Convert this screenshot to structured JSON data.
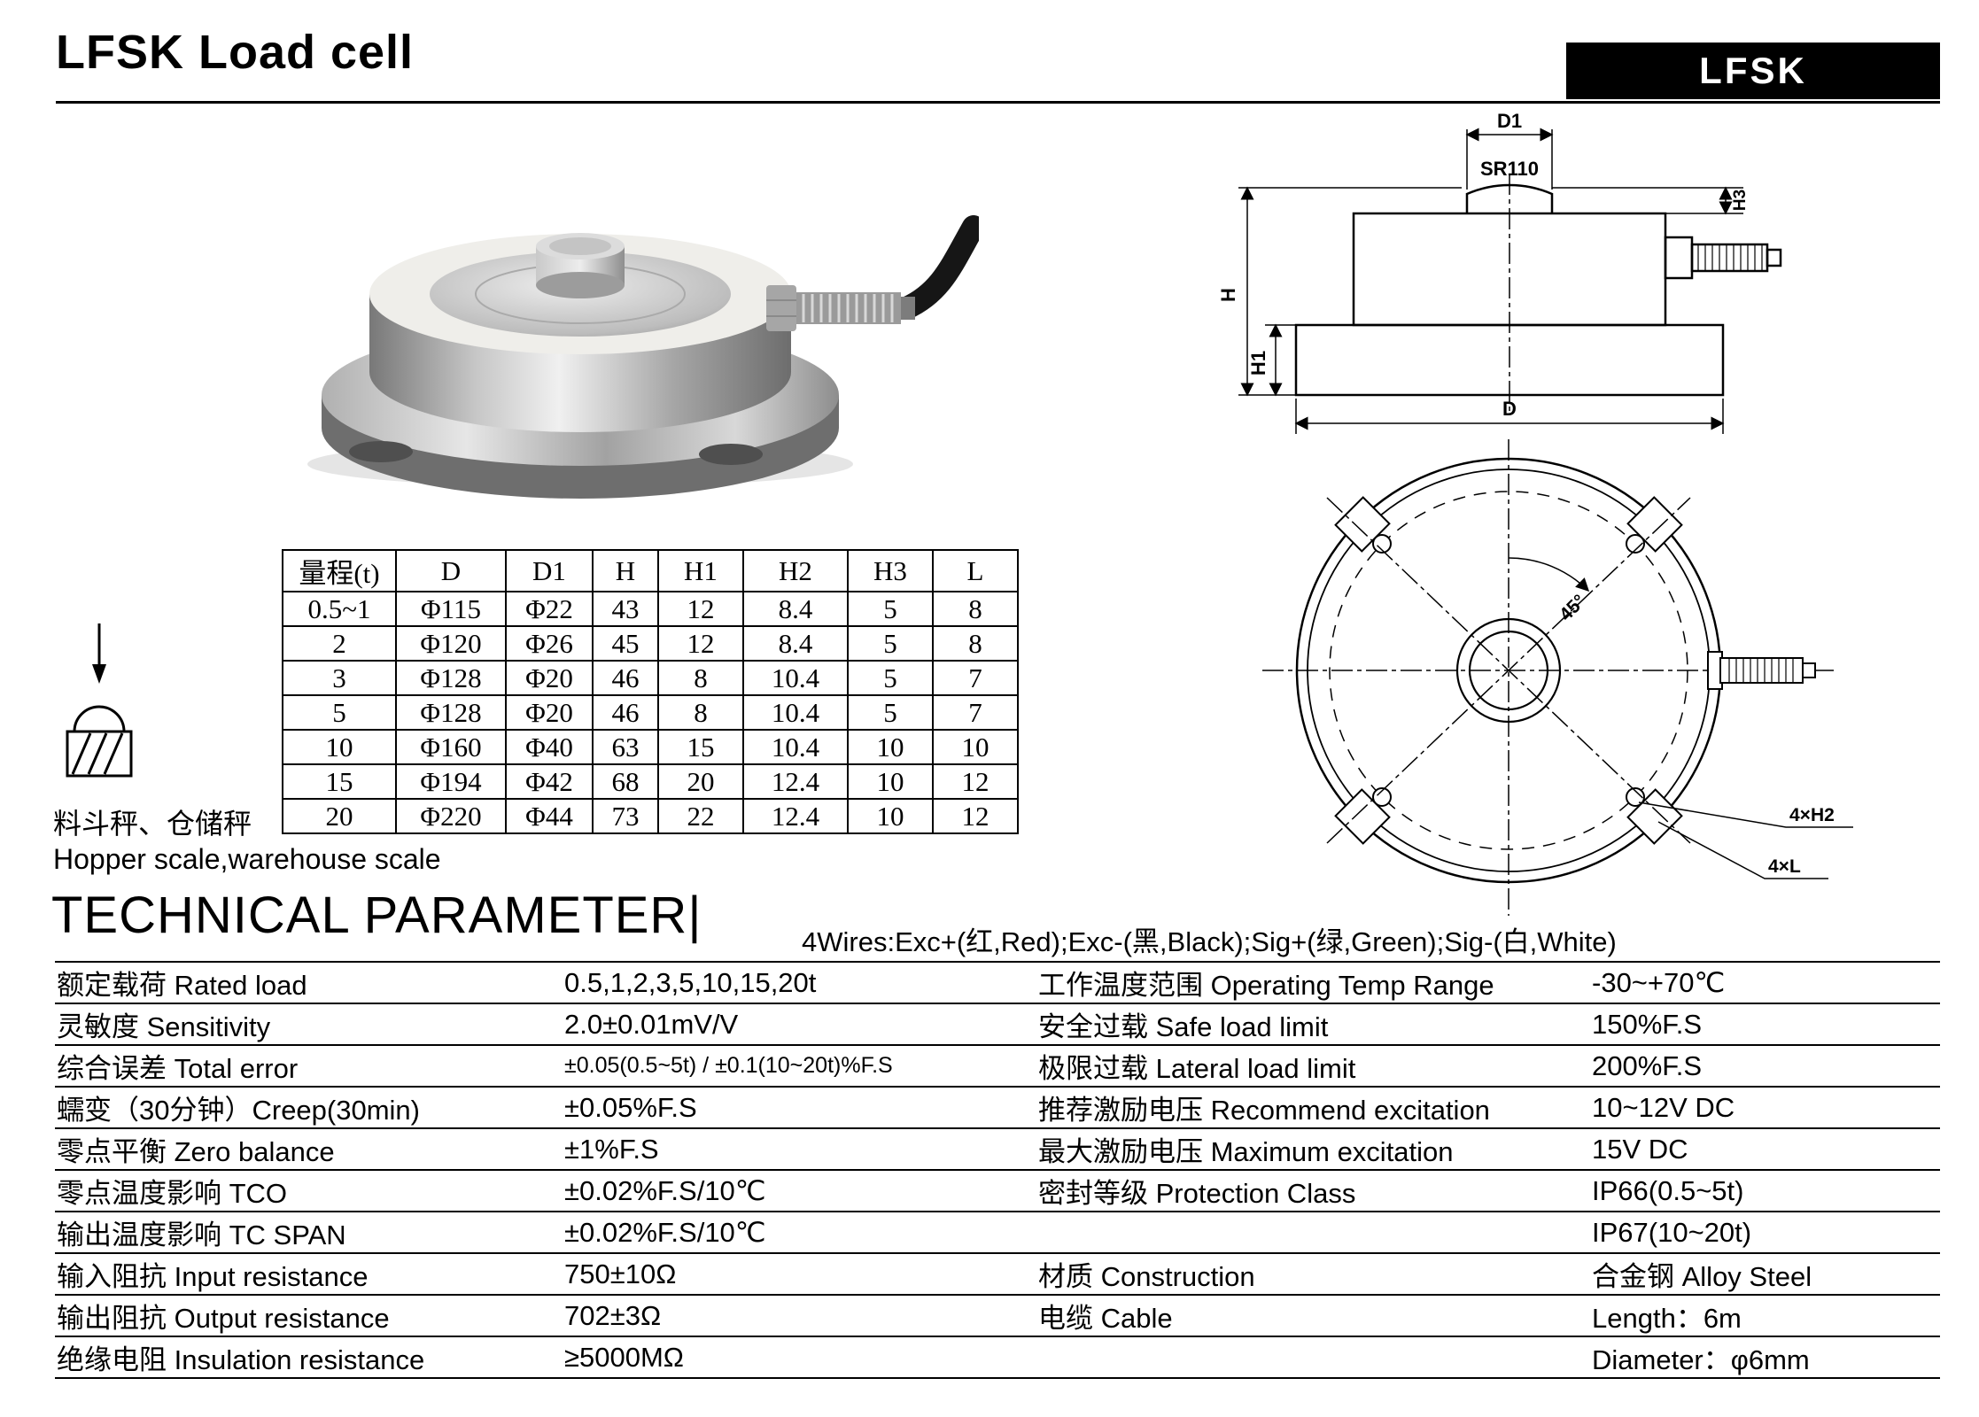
{
  "header": {
    "title": "LFSK  Load cell",
    "badge": "LFSK"
  },
  "colors": {
    "badge_bg": "#000000",
    "badge_text": "#ffffff"
  },
  "dimension_table": {
    "headers": [
      "量程(t)",
      "D",
      "D1",
      "H",
      "H1",
      "H2",
      "H3",
      "L"
    ],
    "rows": [
      [
        "0.5~1",
        "Φ115",
        "Φ22",
        "43",
        "12",
        "8.4",
        "5",
        "8"
      ],
      [
        "2",
        "Φ120",
        "Φ26",
        "45",
        "12",
        "8.4",
        "5",
        "8"
      ],
      [
        "3",
        "Φ128",
        "Φ20",
        "46",
        "8",
        "10.4",
        "5",
        "7"
      ],
      [
        "5",
        "Φ128",
        "Φ20",
        "46",
        "8",
        "10.4",
        "5",
        "7"
      ],
      [
        "10",
        "Φ160",
        "Φ40",
        "63",
        "15",
        "10.4",
        "10",
        "10"
      ],
      [
        "15",
        "Φ194",
        "Φ42",
        "68",
        "20",
        "12.4",
        "10",
        "12"
      ],
      [
        "20",
        "Φ220",
        "Φ44",
        "73",
        "22",
        "12.4",
        "10",
        "12"
      ]
    ]
  },
  "application": {
    "icon": "load-direction-icon",
    "zh": "料斗秤、仓储秤",
    "en": "Hopper scale,warehouse scale"
  },
  "technical": {
    "title": "TECHNICAL PARAMETER|",
    "wires_note": "4Wires:Exc+(红,Red);Exc-(黑,Black);Sig+(绿,Green);Sig-(白,White)"
  },
  "parameters": [
    {
      "c1": "额定载荷 Rated load",
      "c2": "0.5,1,2,3,5,10,15,20t",
      "c3": "工作温度范围 Operating Temp Range",
      "c4": "-30~+70℃"
    },
    {
      "c1": "灵敏度 Sensitivity",
      "c2": "2.0±0.01mV/V",
      "c3": "安全过载 Safe load limit",
      "c4": "150%F.S"
    },
    {
      "c1": "综合误差 Total error",
      "c2": "±0.05(0.5~5t) / ±0.1(10~20t)%F.S",
      "c3": "极限过载 Lateral load limit",
      "c4": "200%F.S"
    },
    {
      "c1": "蠕变（30分钟）Creep(30min)",
      "c2": "±0.05%F.S",
      "c3": "推荐激励电压 Recommend excitation",
      "c4": "10~12V DC"
    },
    {
      "c1": "零点平衡 Zero balance",
      "c2": "±1%F.S",
      "c3": "最大激励电压 Maximum excitation",
      "c4": "15V DC"
    },
    {
      "c1": "零点温度影响 TCO",
      "c2": "±0.02%F.S/10℃",
      "c3": "密封等级 Protection Class",
      "c4": "IP66(0.5~5t)"
    },
    {
      "c1": "输出温度影响 TC SPAN",
      "c2": "±0.02%F.S/10℃",
      "c3": "",
      "c4": "IP67(10~20t)"
    },
    {
      "c1": "输入阻抗 Input resistance",
      "c2": "750±10Ω",
      "c3": "材质 Construction",
      "c4": "合金钢 Alloy Steel"
    },
    {
      "c1": "输出阻抗 Output resistance",
      "c2": "702±3Ω",
      "c3": "电缆  Cable",
      "c4": "Length：6m"
    },
    {
      "c1": "绝缘电阻 Insulation resistance",
      "c2": "≥5000MΩ",
      "c3": "",
      "c4": "Diameter：φ6mm"
    }
  ],
  "drawings": {
    "side_view": {
      "d1_label": "D1",
      "sr_label": "SR110",
      "h_label": "H",
      "h1_label": "H1",
      "h3_label": "H3",
      "d_label": "D"
    },
    "top_view": {
      "angle_label": "45°",
      "holes_label": "4×H2",
      "slot_label": "4×L"
    }
  }
}
